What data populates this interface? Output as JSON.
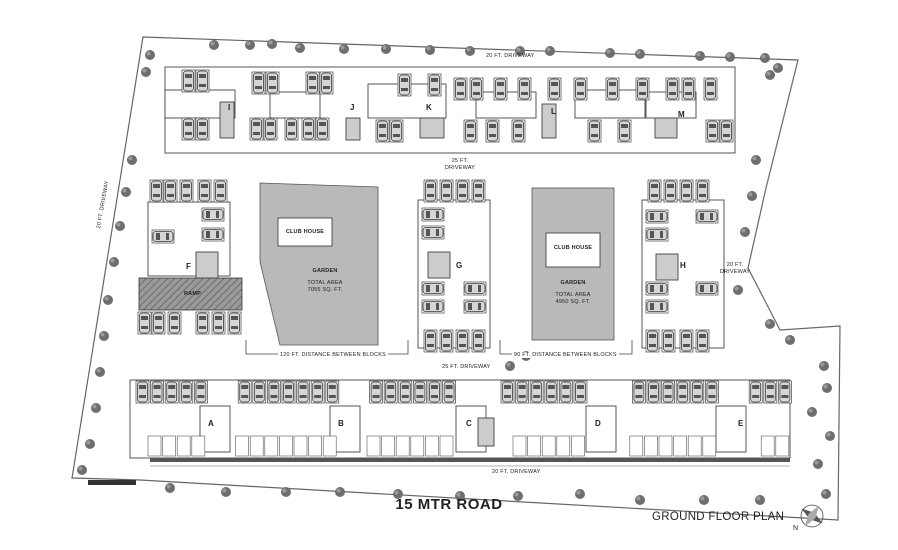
{
  "road_label": "15 MTR ROAD",
  "plan_title": "GROUND FLOOR PLAN",
  "compass": {
    "north_label": "N"
  },
  "driveways": {
    "top": "20 FT. DRIVEWAY",
    "middle_top_1": "25 FT.",
    "middle_top_2": "DRIVEWAY",
    "left": "20 FT. DRIVEWAY",
    "right_1": "20 FT.",
    "right_2": "DRIVEWAY",
    "middle_bottom": "25 FT. DRIVEWAY",
    "bottom": "20 FT. DRIVEWAY"
  },
  "distances": {
    "left": "120 FT. DISTANCE BETWEEN BLOCKS",
    "right": "90 FT. DISTANCE BETWEEN BLOCKS"
  },
  "garden_left": {
    "club": "CLUB HOUSE",
    "name": "GARDEN",
    "area_1": "TOTAL AREA",
    "area_2": "7055 SQ. FT."
  },
  "garden_right": {
    "club": "CLUB HOUSE",
    "name": "GARDEN",
    "area_1": "TOTAL AREA",
    "area_2": "4950 SQ. FT."
  },
  "ramp_label": "RAMP",
  "blocks": {
    "top": [
      "I",
      "J",
      "K",
      "L",
      "M"
    ],
    "middle": [
      "F",
      "G",
      "H"
    ],
    "bottom": [
      "A",
      "B",
      "C",
      "D",
      "E"
    ]
  },
  "colors": {
    "line": "#555555",
    "garden": "#b9b9b9",
    "tree": "#6e6e6e",
    "hatch": "#8a8a8a"
  }
}
